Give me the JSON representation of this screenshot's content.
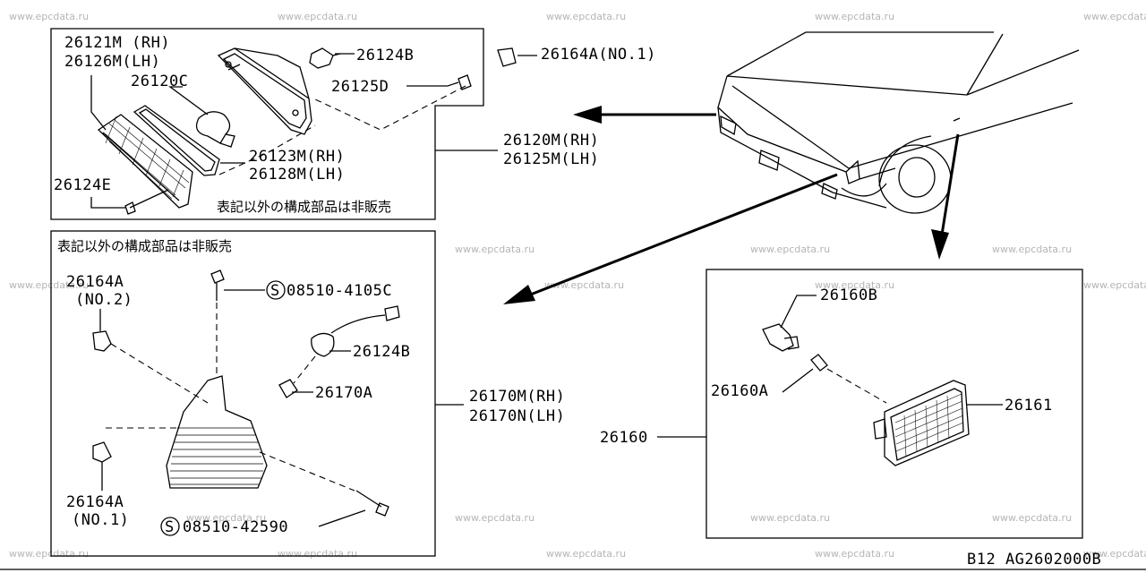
{
  "watermark": "www.epcdata.ru",
  "labels": {
    "p26121m": "26121M (RH)",
    "p26126m": "26126M(LH)",
    "p26120c": "26120C",
    "p26124b_top": "26124B",
    "p26125d": "26125D",
    "p26164a_no1_top": "26164A(NO.1)",
    "p26123m": "26123M(RH)",
    "p26128m": "26128M(LH)",
    "p26124e": "26124E",
    "note_top": "表記以外の構成部品は非販売",
    "p26120m": "26120M(RH)",
    "p26125m": "26125M(LH)",
    "note_left": "表記以外の構成部品は非販売",
    "p26164a_no2": "26164A",
    "p26164a_no2_sub": "(NO.2)",
    "s08510_4105c": "08510-4105C",
    "p26124b_mid": "26124B",
    "p26170a": "26170A",
    "p26170m": "26170M(RH)",
    "p26170n": "26170N(LH)",
    "p26164a_no1": "26164A",
    "p26164a_no1_sub": "(NO.1)",
    "s08510_42590": "08510-42590",
    "p26160b": "26160B",
    "p26160a": "26160A",
    "p26161": "26161",
    "p26160": "26160",
    "s_mark": "S",
    "page_code": "B12  AG2602000B"
  }
}
